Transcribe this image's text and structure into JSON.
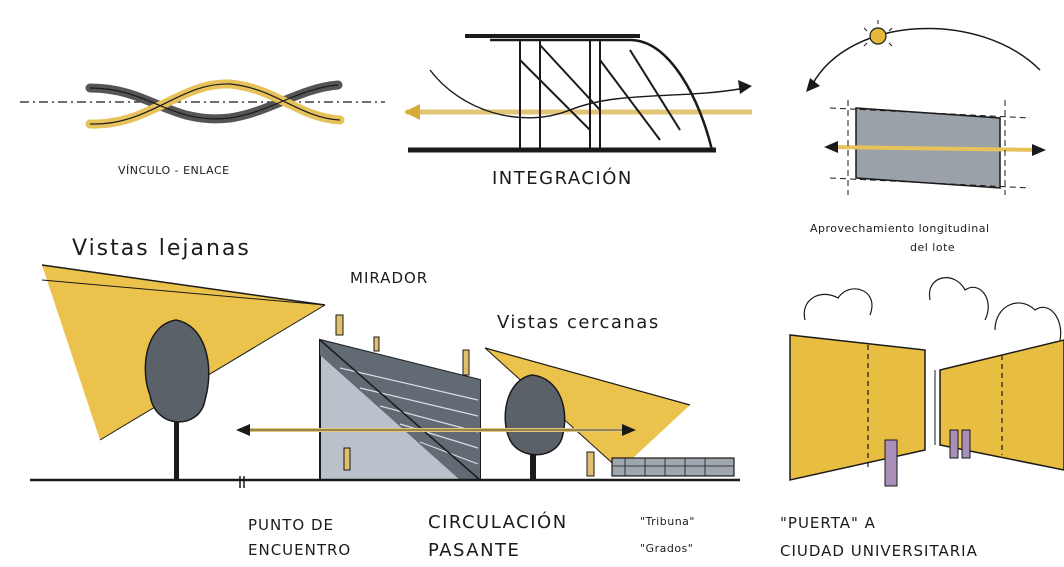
{
  "colors": {
    "yellow": "#e7b93b",
    "gray": "#8c939a",
    "dark": "#1a1a1a"
  },
  "labels": {
    "vinculo": "VÍNCULO - ENLACE",
    "integracion": "INTEGRACIÓN",
    "aprovechamiento_1": "Aprovechamiento longitudinal",
    "aprovechamiento_2": "del lote",
    "vistas_lejanas": "Vistas lejanas",
    "mirador": "MIRADOR",
    "vistas_cercanas": "Vistas cercanas",
    "punto_1": "PUNTO DE",
    "punto_2": "ENCUENTRO",
    "circulacion_1": "CIRCULACIÓN",
    "circulacion_2": "PASANTE",
    "tribuna": "\"Tribuna\"",
    "grados": "\"Grados\"",
    "puerta_1": "\"PUERTA\" A",
    "puerta_2": "CIUDAD UNIVERSITARIA"
  }
}
